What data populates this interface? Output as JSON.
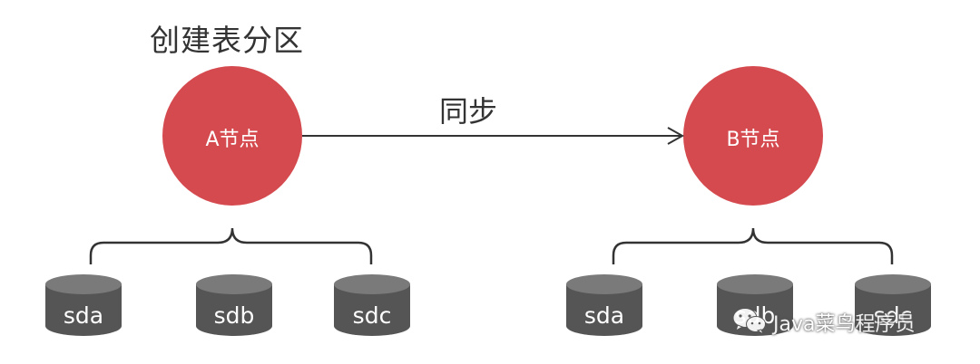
{
  "title": "创建表分区",
  "sync_label": "同步",
  "node_a": {
    "label": "A节点"
  },
  "node_b": {
    "label": "B节点"
  },
  "disks_a": [
    "sda",
    "sdb",
    "sdc"
  ],
  "disks_b": [
    "sda",
    "sdb",
    "sdc"
  ],
  "watermark": "Java菜鸟程序员",
  "colors": {
    "node_fill": "#d54a4f",
    "disk_body": "#555555",
    "disk_top": "#7a7a7a",
    "line": "#333333"
  }
}
